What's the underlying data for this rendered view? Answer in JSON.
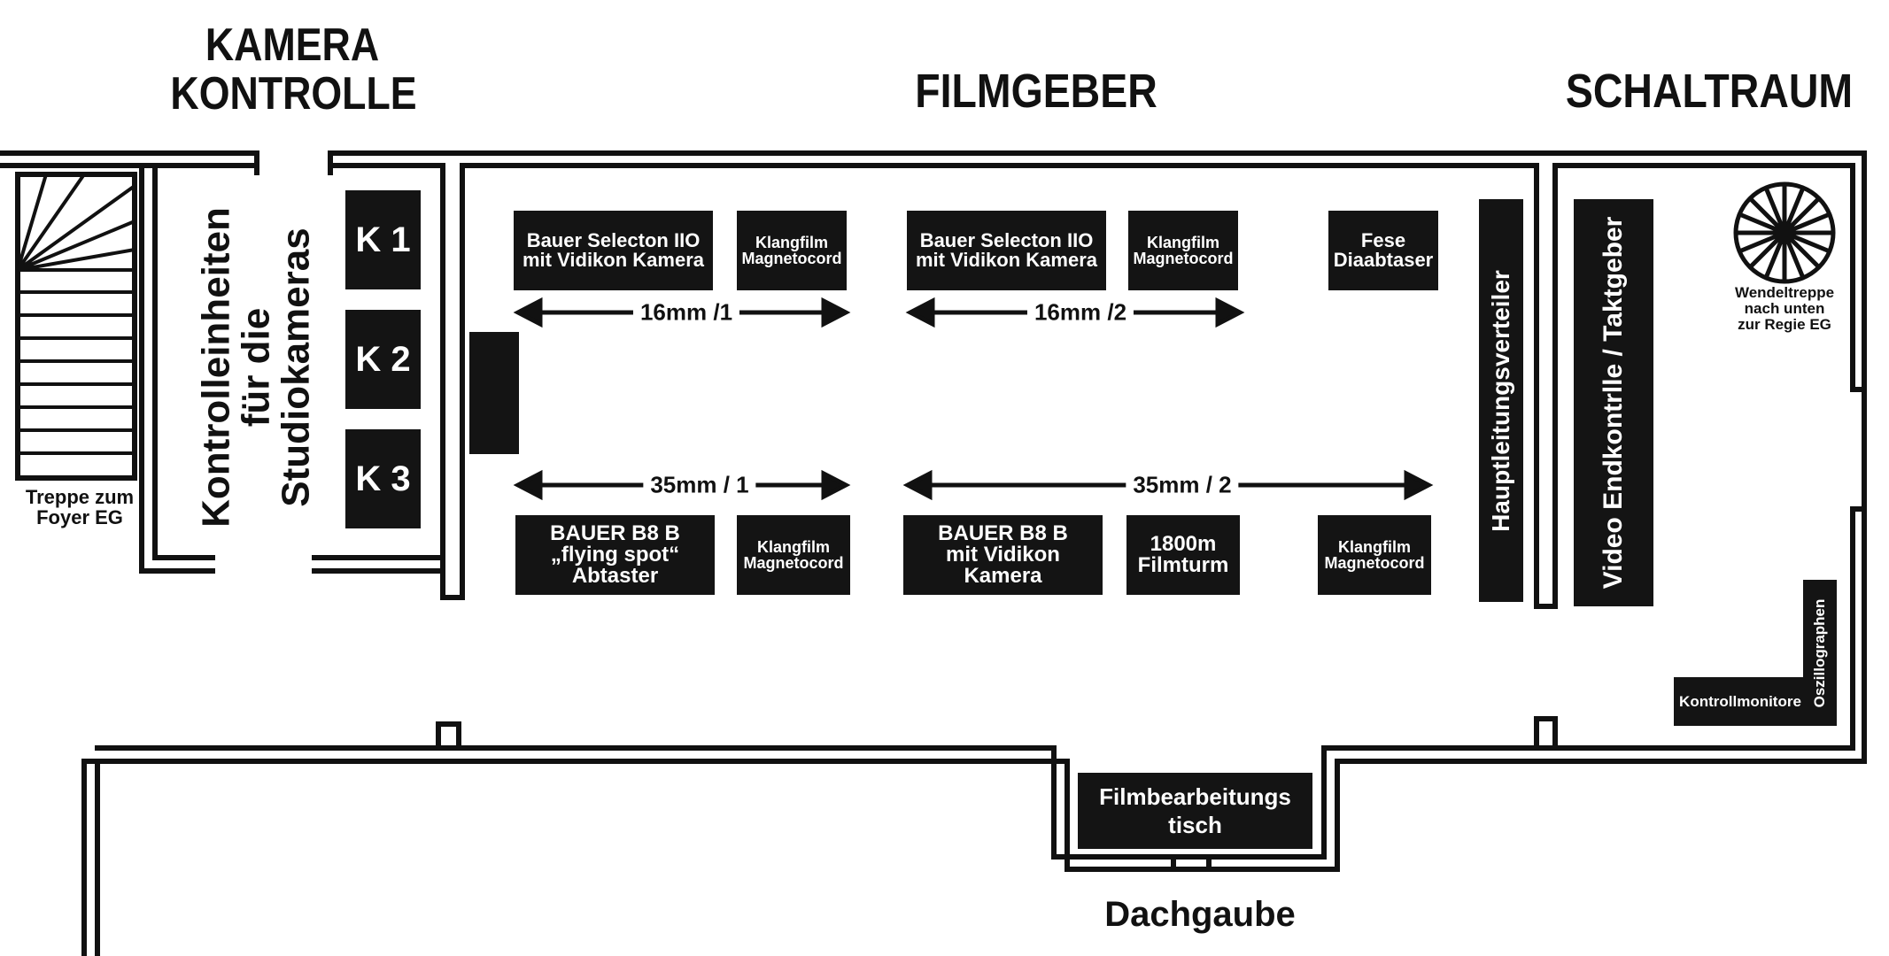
{
  "headings": {
    "kamera_kontrolle": [
      "KAMERA",
      "KONTROLLE"
    ],
    "filmgeber": "FILMGEBER",
    "schaltraum": "SCHALTRAUM"
  },
  "camera_control": {
    "vertical_label": [
      "Kontrolleinheiten",
      "für die",
      "Studiokameras"
    ],
    "units": [
      "K 1",
      "K 2",
      "K 3"
    ],
    "stairs_label": [
      "Treppe zum",
      "Foyer EG"
    ]
  },
  "equipment": {
    "selecton_1": [
      "Bauer Selecton IIO",
      "mit Vidikon Kamera"
    ],
    "magneto_1": [
      "Klangfilm",
      "Magnetocord"
    ],
    "selecton_2": [
      "Bauer Selecton IIO",
      "mit Vidikon Kamera"
    ],
    "magneto_2": [
      "Klangfilm",
      "Magnetocord"
    ],
    "fese": [
      "Fese",
      "Diaabtaser"
    ],
    "b8b_flying_spot": [
      "BAUER B8 B",
      "„flying spot“",
      "Abtaster"
    ],
    "magneto_3": [
      "Klangfilm",
      "Magnetocord"
    ],
    "b8b_vidikon": [
      "BAUER B8 B",
      "mit Vidikon",
      "Kamera"
    ],
    "filmturm": [
      "1800m",
      "Filmturm"
    ],
    "magneto_4": [
      "Klangfilm",
      "Magnetocord"
    ]
  },
  "gauges": {
    "film_16_1": "16mm /1",
    "film_16_2": "16mm /2",
    "film_35_1": "35mm / 1",
    "film_35_2": "35mm / 2"
  },
  "distribution": {
    "hauptleitungsverteiler": "Hauptleitungsverteiler",
    "video_endkontrolle": "Video Endkontrlle  / Taktgeber"
  },
  "schaltraum": {
    "spiral_stairs_label": [
      "Wendeltreppe",
      "nach unten",
      "zur Regie EG"
    ],
    "kontrollmonitore": "Kontrollmonitore",
    "oszillographen": "Oszillographen"
  },
  "lower": {
    "filmbearbeitungstisch": [
      "Filmbearbeitungs",
      "tisch"
    ],
    "dachgaube": "Dachgaube"
  }
}
